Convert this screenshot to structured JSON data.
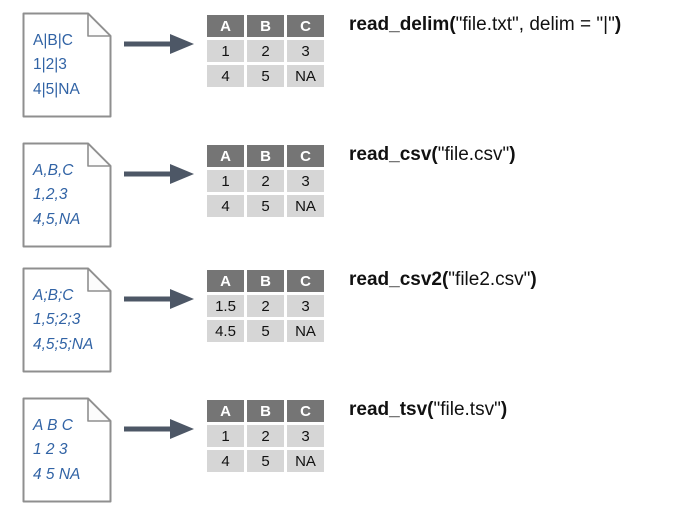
{
  "figure": {
    "description_icons": {
      "file": "file-icon",
      "arrow": "right-arrow-icon"
    },
    "colors": {
      "file_text_blue": "#3163a5",
      "file_outline": "#8f8f8f",
      "table_header_bg": "#757575",
      "table_header_text": "#ffffff",
      "table_cell_bg": "#d6d6d6",
      "arrow": "#4d5766",
      "code_text": "#111111"
    },
    "rows": [
      {
        "file_lines": [
          "A|B|C",
          "1|2|3",
          "4|5|NA"
        ],
        "table": {
          "headers": [
            "A",
            "B",
            "C"
          ],
          "cells": [
            [
              "1",
              "2",
              "3"
            ],
            [
              "4",
              "5",
              "NA"
            ]
          ]
        },
        "code": {
          "fn": "read_delim(",
          "args": "\"file.txt\", delim = \"|\"",
          "close": ")"
        }
      },
      {
        "file_lines": [
          "A,B,C",
          "1,2,3",
          "4,5,NA"
        ],
        "table": {
          "headers": [
            "A",
            "B",
            "C"
          ],
          "cells": [
            [
              "1",
              "2",
              "3"
            ],
            [
              "4",
              "5",
              "NA"
            ]
          ]
        },
        "code": {
          "fn": "read_csv(",
          "args": "\"file.csv\"",
          "close": ")"
        }
      },
      {
        "file_lines": [
          "A;B;C",
          "1,5;2;3",
          "4,5;5;NA"
        ],
        "table": {
          "headers": [
            "A",
            "B",
            "C"
          ],
          "cells": [
            [
              "1.5",
              "2",
              "3"
            ],
            [
              "4.5",
              "5",
              "NA"
            ]
          ]
        },
        "code": {
          "fn": "read_csv2(",
          "args": "\"file2.csv\"",
          "close": ")"
        }
      },
      {
        "file_lines": [
          "A B C",
          "1 2 3",
          "4 5 NA"
        ],
        "table": {
          "headers": [
            "A",
            "B",
            "C"
          ],
          "cells": [
            [
              "1",
              "2",
              "3"
            ],
            [
              "4",
              "5",
              "NA"
            ]
          ]
        },
        "code": {
          "fn": "read_tsv(",
          "args": "\"file.tsv\"",
          "close": ")"
        }
      }
    ]
  }
}
